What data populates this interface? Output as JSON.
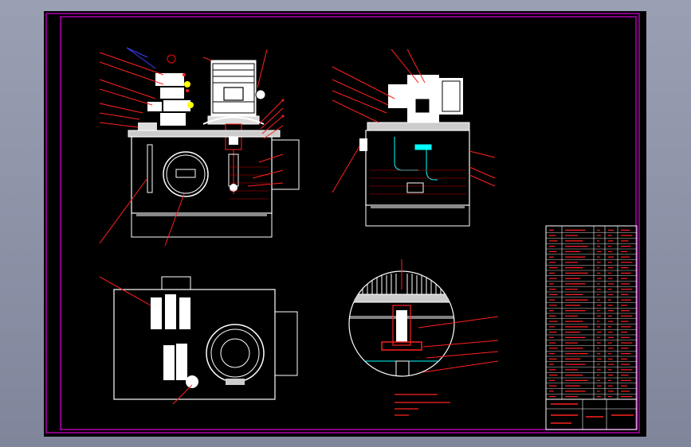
{
  "drawing": {
    "background": "#000000",
    "viewport_background": "#8a8fa3",
    "border_color": "#c000c0",
    "line_colors": {
      "outline": "#ffffff",
      "dimension": "#ff0000",
      "hatch": "#00ffff",
      "centerline": "#ff2020",
      "highlight": "#00ffff",
      "accent_blue": "#4040ff"
    },
    "views": [
      "front-view",
      "side-view",
      "top-view",
      "detail-view"
    ],
    "icons": {
      "motor": "motor-icon",
      "tank": "tank-icon",
      "valve": "valve-icon",
      "pump": "pump-icon"
    }
  },
  "notes": {
    "text_legible": false
  },
  "title_block": {
    "parts_list_rows": 32,
    "text_legible": false
  }
}
